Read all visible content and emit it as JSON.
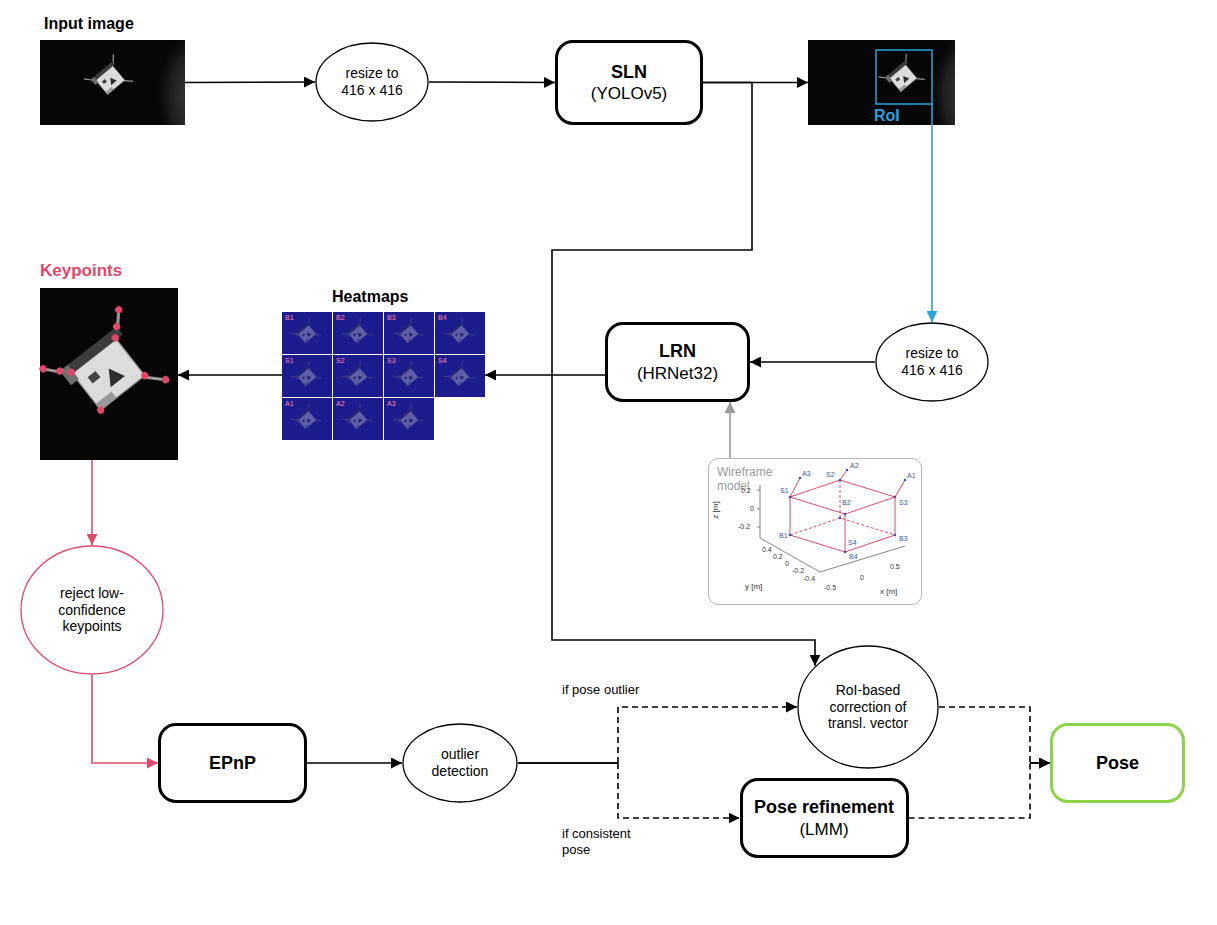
{
  "diagram": {
    "nodes": [
      {
        "text": [
          "Input image"
        ]
      },
      {
        "text": [
          "resize to 416 x 416"
        ]
      },
      {
        "text": [
          "SLN",
          "(YOLOv5)"
        ]
      },
      {
        "text": [
          "RoI"
        ]
      },
      {
        "text": [
          "Keypoints"
        ]
      },
      {
        "text": [
          "Heatmaps"
        ]
      },
      {
        "text": [
          "LRN",
          "(HRNet32)"
        ]
      },
      {
        "text": [
          "resize to 416 x 416"
        ]
      },
      {
        "text": [
          "Wireframe model"
        ]
      },
      {
        "text": [
          "reject low-confidence keypoints"
        ]
      },
      {
        "text": [
          "RoI-based correction of transl. vector"
        ]
      },
      {
        "text": [
          "EPnP"
        ]
      },
      {
        "text": [
          "outlier detection"
        ]
      },
      {
        "text": [
          "Pose refinement",
          "(LMM)"
        ]
      },
      {
        "text": [
          "Pose"
        ]
      }
    ],
    "edges": [
      {
        "from": 0,
        "to": 1,
        "arrow": "to"
      },
      {
        "from": 1,
        "to": 2,
        "arrow": "to"
      },
      {
        "from": 2,
        "to": 3,
        "arrow": "to"
      },
      {
        "from": 3,
        "to": 7,
        "arrow": "to"
      },
      {
        "from": 7,
        "to": 6,
        "arrow": "to"
      },
      {
        "from": 8,
        "to": 6,
        "arrow": "to"
      },
      {
        "from": 6,
        "to": 5,
        "arrow": "to"
      },
      {
        "from": 5,
        "to": 4,
        "arrow": "to"
      },
      {
        "from": 4,
        "to": 9,
        "arrow": "to"
      },
      {
        "from": 9,
        "to": 11,
        "arrow": "to"
      },
      {
        "from": 11,
        "to": 12,
        "arrow": "to"
      },
      {
        "from": 12,
        "to": 10,
        "label": "if pose outlier",
        "arrow": "to"
      },
      {
        "from": 12,
        "to": 13,
        "label": "if consistent pose",
        "arrow": "to"
      },
      {
        "from": 2,
        "to": 10,
        "arrow": "to"
      },
      {
        "from": 10,
        "to": 14,
        "arrow": "to"
      },
      {
        "from": 13,
        "to": 14,
        "arrow": "to"
      }
    ],
    "labels": [
      "B1",
      "B2",
      "B3",
      "B4",
      "S1",
      "S2",
      "S3",
      "S4",
      "A1",
      "A2",
      "A3",
      "z [m]",
      "y [m]",
      "x [m]",
      "0.2",
      "0",
      "-0.2",
      "0.4",
      "0.2",
      "0",
      "-0.2",
      "-0.4",
      "-0.5",
      "0",
      "0.5",
      "S1",
      "S2",
      "S3",
      "S4",
      "B1",
      "B2",
      "B3",
      "B4",
      "A1",
      "A2",
      "A3"
    ]
  }
}
